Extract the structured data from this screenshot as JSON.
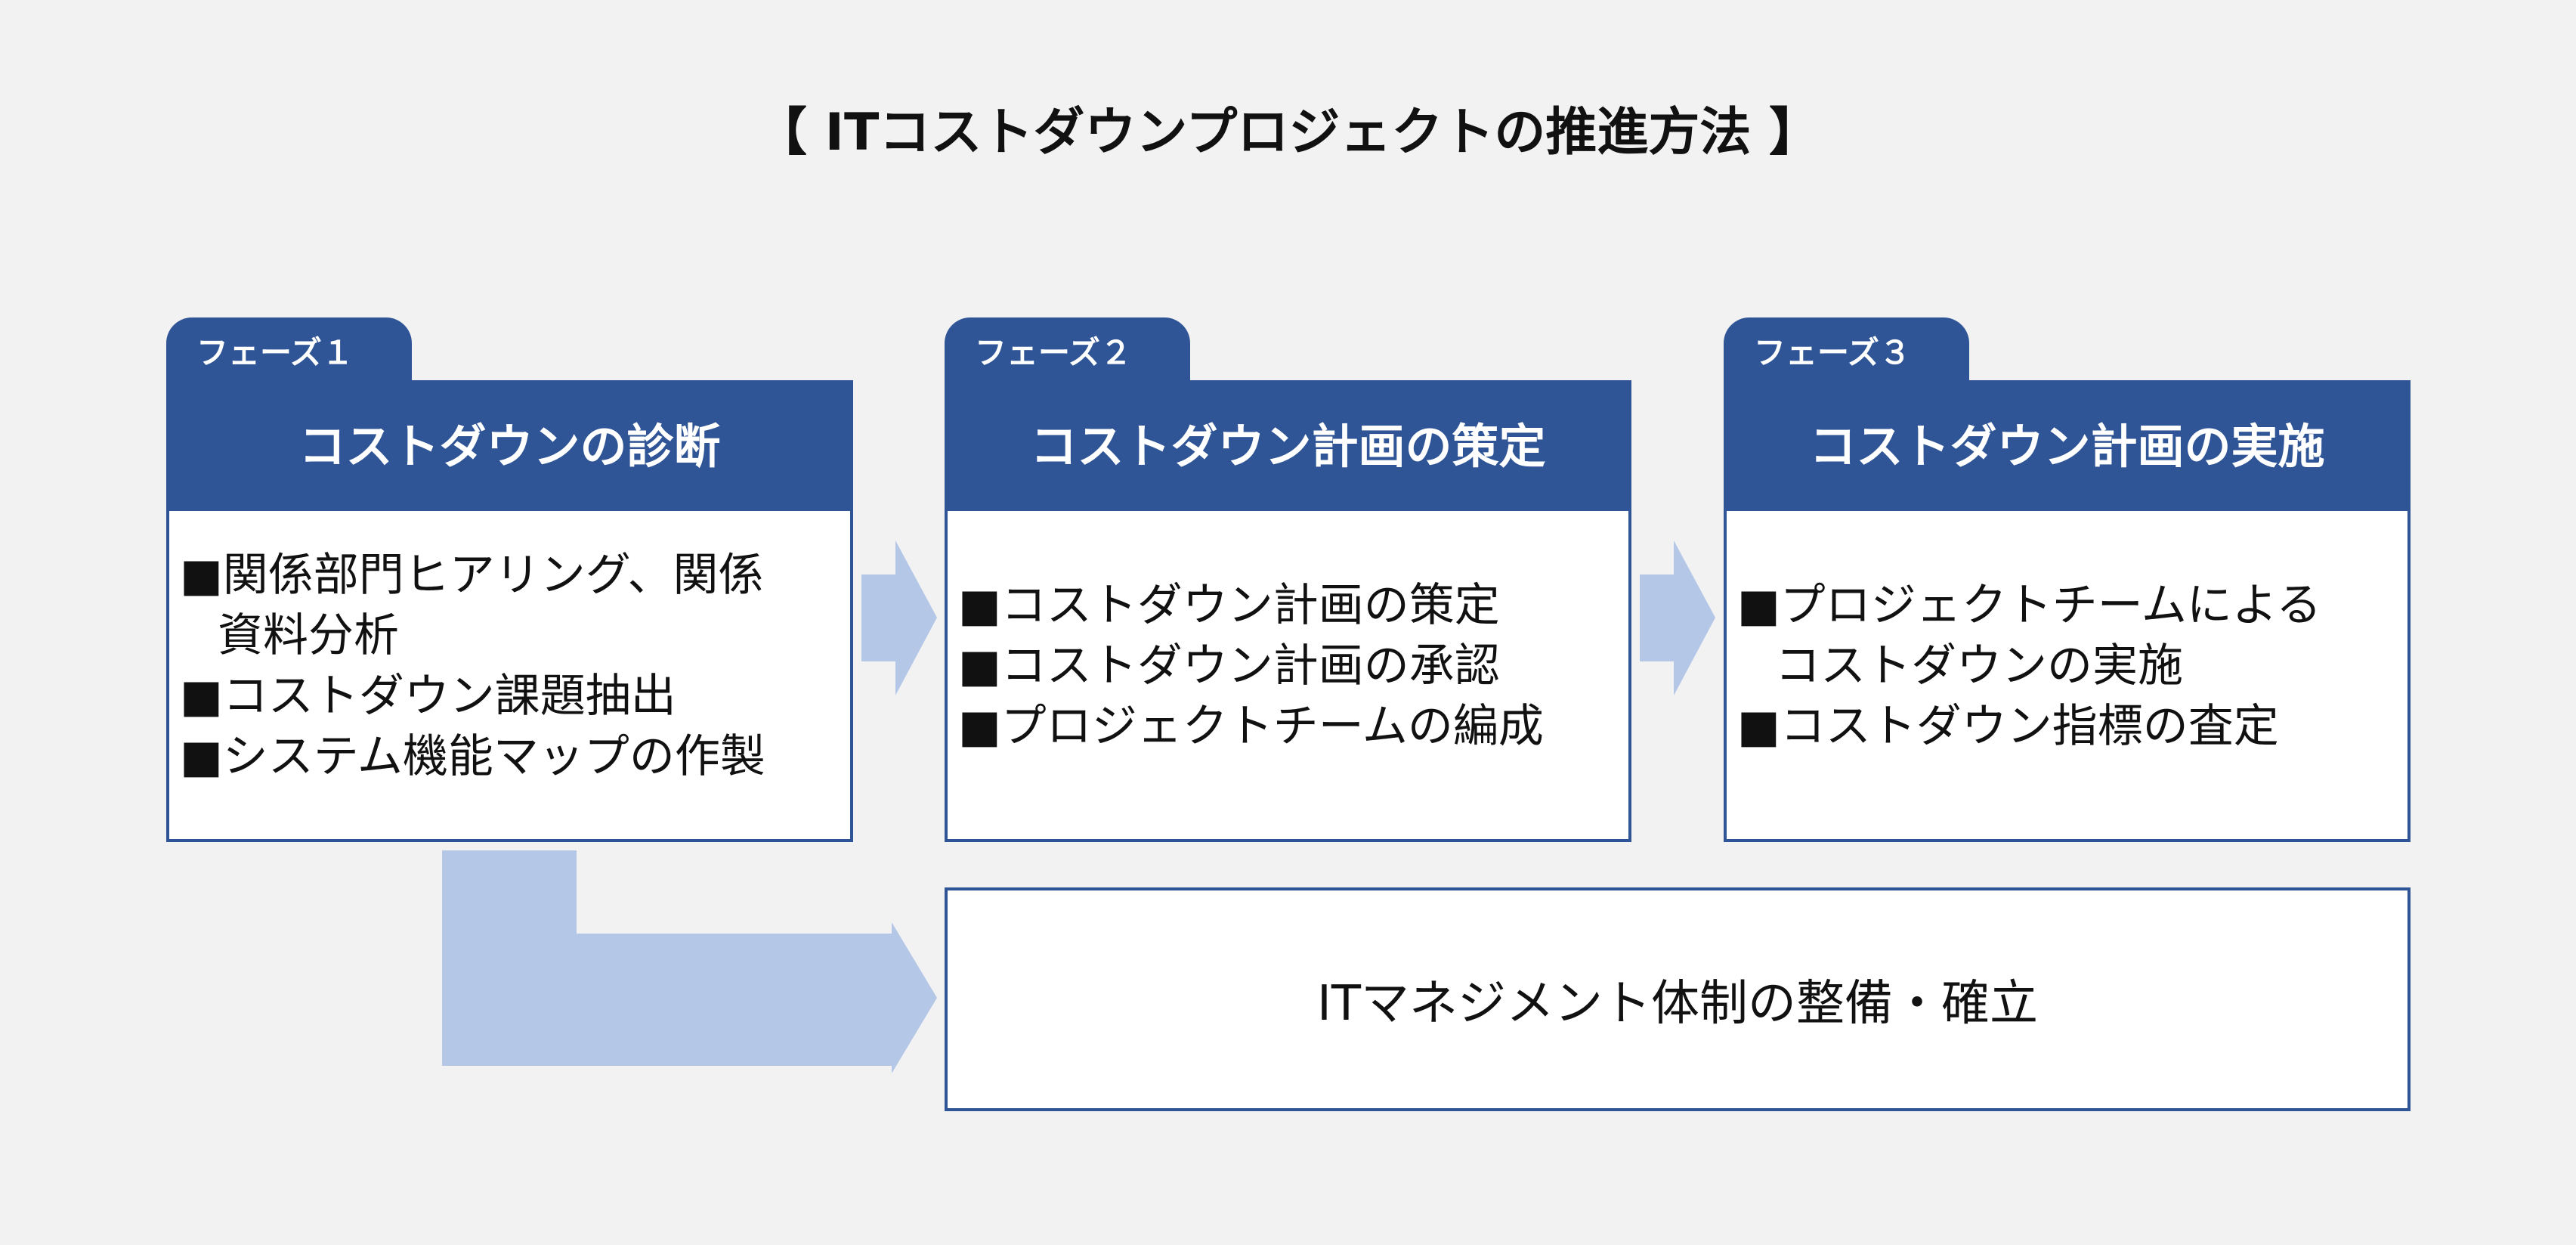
{
  "title": "【 ITコストダウンプロジェクトの推進方法 】",
  "phases": [
    {
      "tab": "フェーズ１",
      "heading": "コストダウンの診断",
      "items": [
        "■関係部門ヒアリング、関係\n資料分析",
        "■コストダウン課題抽出",
        "■システム機能マップの作製"
      ]
    },
    {
      "tab": "フェーズ２",
      "heading": "コストダウン計画の策定",
      "items": [
        "■コストダウン計画の策定",
        "■コストダウン計画の承認",
        "■プロジェクトチームの編成"
      ]
    },
    {
      "tab": "フェーズ３",
      "heading": "コストダウン計画の実施",
      "items": [
        "■プロジェクトチームによる\nコストダウンの実施",
        "■コストダウン指標の査定"
      ]
    }
  ],
  "bottom": "ITマネジメント体制の整備・確立",
  "colors": {
    "primary": "#2f5597",
    "arrow": "#b4c7e7",
    "background": "#f2f2f2"
  }
}
